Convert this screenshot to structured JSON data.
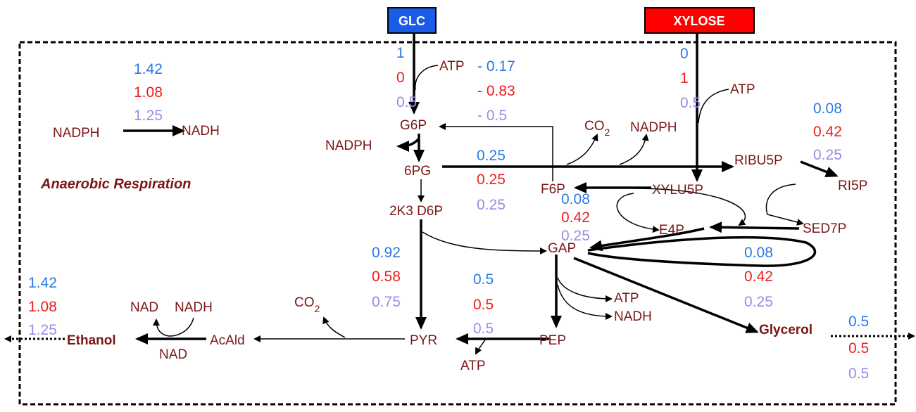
{
  "inputs": {
    "glc": {
      "label": "GLC",
      "color": "#1a5be8"
    },
    "xylose": {
      "label": "XYLOSE",
      "color": "#ff0000"
    }
  },
  "metabolites": {
    "nadph_left": "NADPH",
    "nadh_left": "NADH",
    "g6p": "G6P",
    "nadph_g6p": "NADPH",
    "pg6": "6PG",
    "kdp": "2K3 D6P",
    "co2_top": "CO",
    "co2_top_sub": "2",
    "nadph_top": "NADPH",
    "ribu5p": "RIBU5P",
    "ri5p": "RI5P",
    "xylu5p": "XYLU5P",
    "f6p": "F6P",
    "e4p": "E4P",
    "sed7p": "SED7P",
    "gap": "GAP",
    "atp_gap": "ATP",
    "nadh_gap": "NADH",
    "glycerol": "Glycerol",
    "pep": "PEP",
    "pyr": "PYR",
    "atp_pyr": "ATP",
    "acald": "AcAld",
    "co2_left": "CO",
    "co2_left_sub": "2",
    "nad1": "NAD",
    "nadh2": "NADH",
    "nad3": "NAD",
    "ethanol": "Ethanol",
    "atp_glc": "ATP",
    "atp_xyl": "ATP"
  },
  "title": "Anaerobic Respiration",
  "fluxes": {
    "nadph_nadh": [
      "1.42",
      "1.08",
      "1.25"
    ],
    "glc_in": [
      "1",
      "0",
      "0.5"
    ],
    "f6p_g6p": [
      "- 0.17",
      "- 0.83",
      "- 0.5"
    ],
    "xyl_in": [
      "0",
      "1",
      "0.5"
    ],
    "ri5p": [
      "0.08",
      "0.42",
      "0.25"
    ],
    "pg6_ribu": [
      "0.25",
      "0.25",
      "0.25"
    ],
    "f6p_gap": [
      "0.08",
      "0.42",
      "0.25"
    ],
    "kdp_pyr": [
      "0.92",
      "0.58",
      "0.75"
    ],
    "sed_gap": [
      "0.08",
      "0.42",
      "0.25"
    ],
    "pep_pyr": [
      "0.5",
      "0.5",
      "0.5"
    ],
    "ethanol_out": [
      "1.42",
      "1.08",
      "1.25"
    ],
    "glycerol_out": [
      "0.5",
      "0.5",
      "0.5"
    ]
  },
  "colors": {
    "metabolite": "#7a1616",
    "flux_case1": "#2b78e4",
    "flux_case2": "#ee1c1c",
    "flux_case3": "#9a8ce6"
  }
}
